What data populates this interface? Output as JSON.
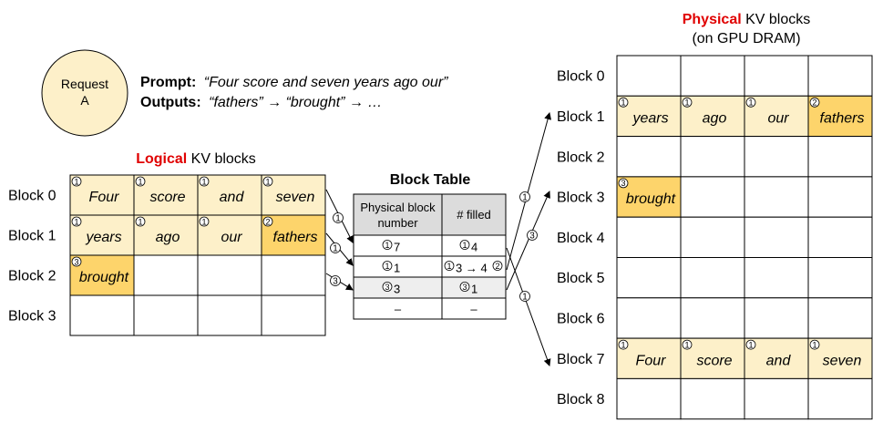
{
  "request": {
    "label_line1": "Request",
    "label_line2": "A",
    "prompt_label": "Prompt:",
    "prompt_text": "“Four score and seven years ago our”",
    "outputs_label": "Outputs:",
    "outputs_text": "“fathers” → “brought” → …"
  },
  "logical": {
    "title_highlight": "Logical",
    "title_rest": " KV blocks",
    "blocks": [
      {
        "label": "Block 0",
        "cells": [
          {
            "word": "Four",
            "num": "1",
            "style": "light"
          },
          {
            "word": "score",
            "num": "1",
            "style": "light"
          },
          {
            "word": "and",
            "num": "1",
            "style": "light"
          },
          {
            "word": "seven",
            "num": "1",
            "style": "light"
          }
        ]
      },
      {
        "label": "Block 1",
        "cells": [
          {
            "word": "years",
            "num": "1",
            "style": "light"
          },
          {
            "word": "ago",
            "num": "1",
            "style": "light"
          },
          {
            "word": "our",
            "num": "1",
            "style": "light"
          },
          {
            "word": "fathers",
            "num": "2",
            "style": "dark"
          }
        ]
      },
      {
        "label": "Block 2",
        "cells": [
          {
            "word": "brought",
            "num": "3",
            "style": "dark"
          },
          {
            "word": "",
            "num": "",
            "style": "empty"
          },
          {
            "word": "",
            "num": "",
            "style": "empty"
          },
          {
            "word": "",
            "num": "",
            "style": "empty"
          }
        ]
      },
      {
        "label": "Block 3",
        "cells": [
          {
            "word": "",
            "num": "",
            "style": "empty"
          },
          {
            "word": "",
            "num": "",
            "style": "empty"
          },
          {
            "word": "",
            "num": "",
            "style": "empty"
          },
          {
            "word": "",
            "num": "",
            "style": "empty"
          }
        ]
      }
    ]
  },
  "block_table": {
    "title": "Block Table",
    "col1_header_line1": "Physical block",
    "col1_header_line2": "number",
    "col2_header": "# filled",
    "rows": [
      {
        "phys_num": "1",
        "phys": "7",
        "filled_num": "1",
        "filled": "4",
        "filled_extra": ""
      },
      {
        "phys_num": "1",
        "phys": "1",
        "filled_num": "1",
        "filled": "3 → 4",
        "filled_extra": "2"
      },
      {
        "phys_num": "3",
        "phys": "3",
        "filled_num": "3",
        "filled": "1",
        "filled_extra": ""
      },
      {
        "phys_num": "",
        "phys": "–",
        "filled_num": "",
        "filled": "–",
        "filled_extra": ""
      }
    ]
  },
  "physical": {
    "title_highlight": "Physical",
    "title_rest": " KV blocks",
    "subtitle": "(on GPU DRAM)",
    "blocks": [
      {
        "label": "Block 0",
        "cells": [
          {
            "word": "",
            "num": "",
            "style": "empty"
          },
          {
            "word": "",
            "num": "",
            "style": "empty"
          },
          {
            "word": "",
            "num": "",
            "style": "empty"
          },
          {
            "word": "",
            "num": "",
            "style": "empty"
          }
        ]
      },
      {
        "label": "Block 1",
        "cells": [
          {
            "word": "years",
            "num": "1",
            "style": "light"
          },
          {
            "word": "ago",
            "num": "1",
            "style": "light"
          },
          {
            "word": "our",
            "num": "1",
            "style": "light"
          },
          {
            "word": "fathers",
            "num": "2",
            "style": "dark"
          }
        ]
      },
      {
        "label": "Block 2",
        "cells": [
          {
            "word": "",
            "num": "",
            "style": "empty"
          },
          {
            "word": "",
            "num": "",
            "style": "empty"
          },
          {
            "word": "",
            "num": "",
            "style": "empty"
          },
          {
            "word": "",
            "num": "",
            "style": "empty"
          }
        ]
      },
      {
        "label": "Block 3",
        "cells": [
          {
            "word": "brought",
            "num": "3",
            "style": "dark"
          },
          {
            "word": "",
            "num": "",
            "style": "empty"
          },
          {
            "word": "",
            "num": "",
            "style": "empty"
          },
          {
            "word": "",
            "num": "",
            "style": "empty"
          }
        ]
      },
      {
        "label": "Block 4",
        "cells": [
          {
            "word": "",
            "num": "",
            "style": "empty"
          },
          {
            "word": "",
            "num": "",
            "style": "empty"
          },
          {
            "word": "",
            "num": "",
            "style": "empty"
          },
          {
            "word": "",
            "num": "",
            "style": "empty"
          }
        ]
      },
      {
        "label": "Block 5",
        "cells": [
          {
            "word": "",
            "num": "",
            "style": "empty"
          },
          {
            "word": "",
            "num": "",
            "style": "empty"
          },
          {
            "word": "",
            "num": "",
            "style": "empty"
          },
          {
            "word": "",
            "num": "",
            "style": "empty"
          }
        ]
      },
      {
        "label": "Block 6",
        "cells": [
          {
            "word": "",
            "num": "",
            "style": "empty"
          },
          {
            "word": "",
            "num": "",
            "style": "empty"
          },
          {
            "word": "",
            "num": "",
            "style": "empty"
          },
          {
            "word": "",
            "num": "",
            "style": "empty"
          }
        ]
      },
      {
        "label": "Block 7",
        "cells": [
          {
            "word": "Four",
            "num": "1",
            "style": "light"
          },
          {
            "word": "score",
            "num": "1",
            "style": "light"
          },
          {
            "word": "and",
            "num": "1",
            "style": "light"
          },
          {
            "word": "seven",
            "num": "1",
            "style": "light"
          }
        ]
      },
      {
        "label": "Block 8",
        "cells": [
          {
            "word": "",
            "num": "",
            "style": "empty"
          },
          {
            "word": "",
            "num": "",
            "style": "empty"
          },
          {
            "word": "",
            "num": "",
            "style": "empty"
          },
          {
            "word": "",
            "num": "",
            "style": "empty"
          }
        ]
      }
    ]
  },
  "arrow_steps": {
    "logical_to_table": [
      "1",
      "1",
      "3"
    ],
    "table_to_physical": [
      "1",
      "3",
      "1"
    ]
  },
  "colors": {
    "accent_red": "#e00000",
    "cell_light": "#fdf0c9",
    "cell_dark": "#fdd46b",
    "request_fill": "#fdf0c9",
    "table_header": "#dcdcdc",
    "table_highlight": "#eeeeee",
    "grid_line": "#000000"
  }
}
